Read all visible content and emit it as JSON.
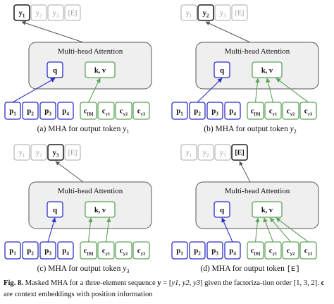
{
  "figure": {
    "fig_label": "Fig. 8.",
    "caption_part1": "Masked MHA for a three-element sequence ",
    "caption_seq_var": "y",
    "caption_seq_eq": " = [",
    "caption_seq_items": "y1, y2, y3",
    "caption_part2": "] given the factoriza-tion order [1, 3, 2]. ",
    "caption_c_var": "c",
    "caption_part3": " are context embeddings with position information"
  },
  "panels": [
    {
      "id": "a",
      "caption_prefix": "(a) MHA for output token",
      "caption_var": "y",
      "caption_sub": "1",
      "outputs": [
        {
          "label": "y",
          "sub": "1",
          "active": true
        },
        {
          "label": "y",
          "sub": "2",
          "active": false
        },
        {
          "label": "y",
          "sub": "3",
          "active": false
        },
        {
          "label": "[E]",
          "sub": "",
          "active": false
        }
      ],
      "arrow_from_output": 0,
      "q_source_p": 0,
      "kv_sources": [
        "c[B]"
      ]
    },
    {
      "id": "b",
      "caption_prefix": "(b) MHA for output token",
      "caption_var": "y",
      "caption_sub": "2",
      "outputs": [
        {
          "label": "y",
          "sub": "1",
          "active": false
        },
        {
          "label": "y",
          "sub": "2",
          "active": true
        },
        {
          "label": "y",
          "sub": "3",
          "active": false
        },
        {
          "label": "[E]",
          "sub": "",
          "active": false
        }
      ],
      "arrow_from_output": 1,
      "q_source_p": 1,
      "kv_sources": [
        "c[B]",
        "cy1",
        "cy3"
      ]
    },
    {
      "id": "c",
      "caption_prefix": "(c) MHA for output token",
      "caption_var": "y",
      "caption_sub": "3",
      "outputs": [
        {
          "label": "y",
          "sub": "1",
          "active": false
        },
        {
          "label": "y",
          "sub": "2",
          "active": false
        },
        {
          "label": "y",
          "sub": "3",
          "active": true
        },
        {
          "label": "[E]",
          "sub": "",
          "active": false
        }
      ],
      "arrow_from_output": 2,
      "q_source_p": 2,
      "kv_sources": [
        "c[B]",
        "cy1"
      ]
    },
    {
      "id": "d",
      "caption_prefix": "(d) MHA for output token",
      "caption_var": "",
      "caption_sub": "",
      "caption_code": "[E]",
      "outputs": [
        {
          "label": "y",
          "sub": "1",
          "active": false
        },
        {
          "label": "y",
          "sub": "2",
          "active": false
        },
        {
          "label": "y",
          "sub": "3",
          "active": false
        },
        {
          "label": "[E]",
          "sub": "",
          "active": true
        }
      ],
      "arrow_from_output": 3,
      "q_source_p": 3,
      "kv_sources": [
        "c[B]",
        "cy1",
        "cy2",
        "cy3"
      ]
    }
  ],
  "shared": {
    "mha_label": "Multi-head Attention",
    "q_label": "q",
    "kv_label": "k, v",
    "p_tokens": [
      {
        "label": "p",
        "sub": "1"
      },
      {
        "label": "p",
        "sub": "2"
      },
      {
        "label": "p",
        "sub": "3"
      },
      {
        "label": "p",
        "sub": "4"
      }
    ],
    "c_tokens": [
      {
        "key": "c[B]",
        "label": "c",
        "sub": "[B]"
      },
      {
        "key": "cy1",
        "label": "c",
        "sub": "y1"
      },
      {
        "key": "cy2",
        "label": "c",
        "sub": "y2"
      },
      {
        "key": "cy3",
        "label": "c",
        "sub": "y3"
      }
    ]
  },
  "colors": {
    "blue": "#2b2fc4",
    "green": "#5fa35a",
    "gray_text": "#9a9a9a",
    "gray_border": "#a8a8a8",
    "dark": "#222222",
    "box_fill": "#efefef",
    "box_border": "#555555"
  }
}
